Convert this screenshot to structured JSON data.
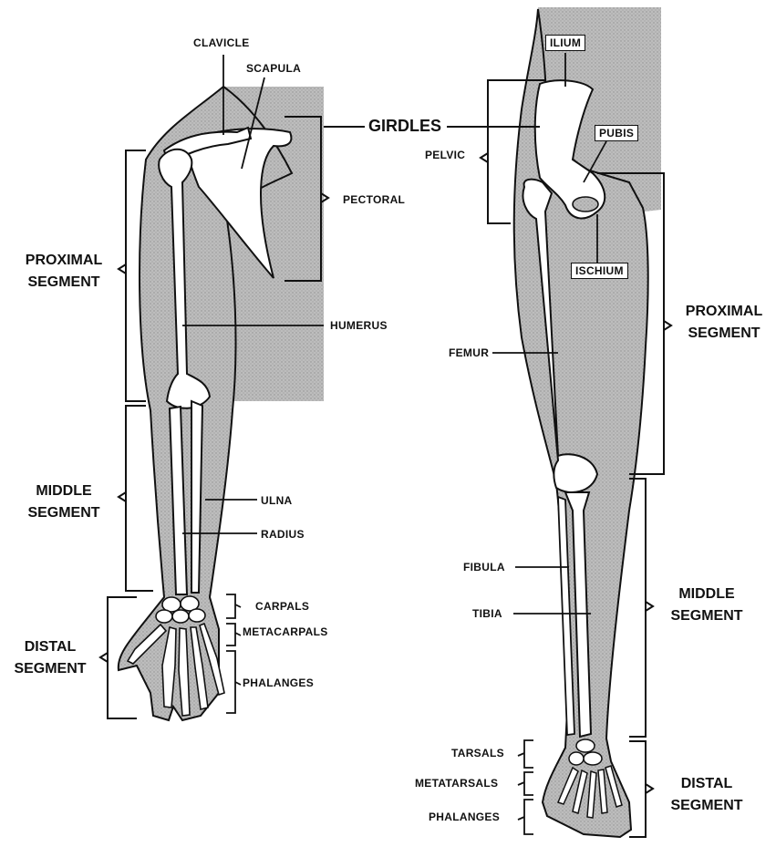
{
  "arm": {
    "clavicle": "CLAVICLE",
    "scapula": "SCAPULA",
    "pectoral": "PECTORAL",
    "humerus": "HUMERUS",
    "ulna": "ULNA",
    "radius": "RADIUS",
    "carpals": "CARPALS",
    "metacarpals": "METACARPALS",
    "phalanges": "PHALANGES",
    "proximal_line1": "PROXIMAL",
    "proximal_line2": "SEGMENT",
    "middle_line1": "MIDDLE",
    "middle_line2": "SEGMENT",
    "distal_line1": "DISTAL",
    "distal_line2": "SEGMENT"
  },
  "center": {
    "girdles": "GIRDLES"
  },
  "leg": {
    "ilium": "ILIUM",
    "pubis": "PUBIS",
    "pelvic": "PELVIC",
    "ischium": "ISCHIUM",
    "femur": "FEMUR",
    "fibula": "FIBULA",
    "tibia": "TIBIA",
    "tarsals": "TARSALS",
    "metatarsals": "METATARSALS",
    "phalanges": "PHALANGES",
    "proximal_line1": "PROXIMAL",
    "proximal_line2": "SEGMENT",
    "middle_line1": "MIDDLE",
    "middle_line2": "SEGMENT",
    "distal_line1": "DISTAL",
    "distal_line2": "SEGMENT"
  },
  "colors": {
    "shade": "#b9b9b9",
    "bone": "#ffffff",
    "ink": "#111111"
  }
}
